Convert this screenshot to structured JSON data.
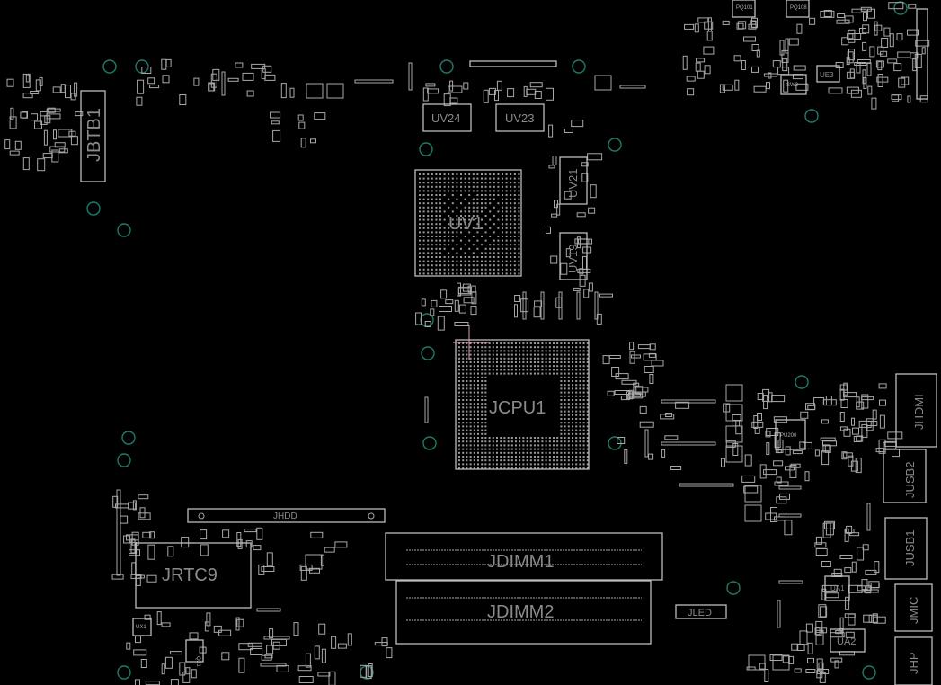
{
  "board": {
    "background": "#000000",
    "outline_color": "#bdbdbd",
    "hole_color": "#1f7a6a",
    "cursor_color": "#e0a0b0"
  },
  "components": {
    "jbtb1": "JBTB1",
    "uv24": "UV24",
    "uv23": "UV23",
    "uv1": "UV1",
    "uv21": "UV21",
    "uv19": "UV19",
    "jcpu1": "JCPU1",
    "jhdd": "JHDD",
    "jrtc9": "JRTC9",
    "jdimm1": "JDIMM1",
    "jdimm2": "JDIMM2",
    "jled": "JLED",
    "pu200": "PU200",
    "jhdmi": "JHDMI",
    "jusb2": "JUSB2",
    "jusb1": "JUSB1",
    "jmic": "JMIC",
    "jhp": "JHP",
    "ua1": "UA1",
    "ua2": "UA2",
    "ue3": "UE3",
    "sw2": "SW2",
    "pq101": "PQ101",
    "pq108": "PQ108",
    "ux1": "UX1",
    "qz1": "QZ1"
  }
}
